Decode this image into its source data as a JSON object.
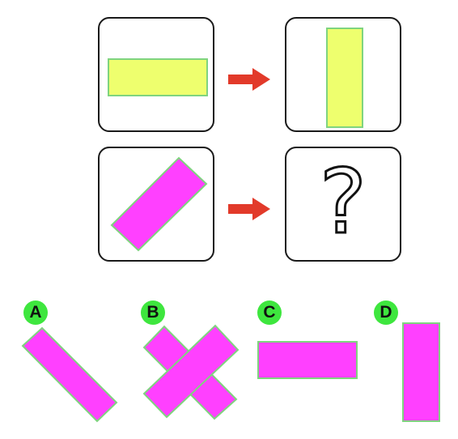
{
  "puzzle": {
    "question_mark": "?",
    "options": [
      {
        "label": "A"
      },
      {
        "label": "B"
      },
      {
        "label": "C"
      },
      {
        "label": "D"
      }
    ]
  },
  "colors": {
    "yellow_fill": "#eeff6e",
    "magenta_fill": "#ff40ff",
    "outline_green": "#7fd47f",
    "badge_green": "#3ee63e",
    "arrow_red": "#e23a2a",
    "panel_border": "#1a1a1a"
  },
  "icons": [
    "arrow-right-icon",
    "question-mark-icon"
  ]
}
